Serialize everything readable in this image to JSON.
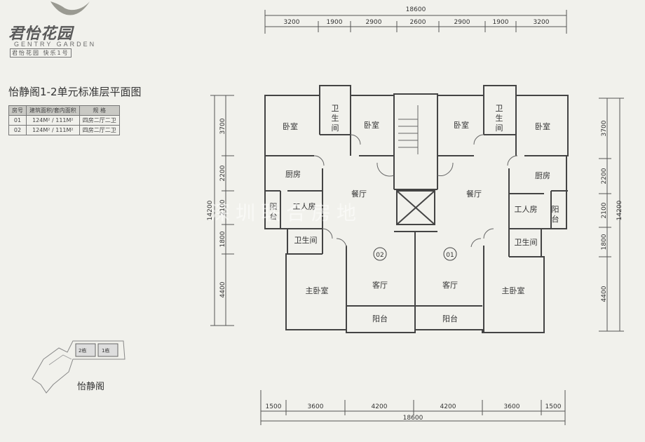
{
  "logo": {
    "name": "君怡花园",
    "english": "GENTRY GARDEN",
    "subtitle": "君怡花园 快乐1号"
  },
  "plan_title": "怡静阁1-2单元标准层平面图",
  "unit_table": {
    "headers": [
      "房号",
      "建筑面积/套内面积",
      "规  格"
    ],
    "rows": [
      [
        "01",
        "124M² / 111M²",
        "四房二厅二卫"
      ],
      [
        "02",
        "124M² / 111M²",
        "四房二厅二卫"
      ]
    ]
  },
  "key_plan": {
    "label": "怡静阁",
    "building_2": "2栋",
    "building_1": "1栋"
  },
  "watermark": "深圳联合房地",
  "dims": {
    "top_total": "18600",
    "top": [
      "3200",
      "1900",
      "2900",
      "2600",
      "2900",
      "1900",
      "3200"
    ],
    "bottom": [
      "1500",
      "3600",
      "4200",
      "4200",
      "3600",
      "1500"
    ],
    "bottom_total": "18600",
    "left": [
      "3700",
      "2200",
      "2100",
      "1800",
      "4400"
    ],
    "left_total": "14200",
    "right": [
      "3700",
      "2200",
      "2100",
      "1800",
      "4400"
    ],
    "right_total": "14200"
  },
  "rooms": {
    "bedroom": "卧室",
    "bath": "卫生间",
    "bath_v1": "卫",
    "bath_v2": "生",
    "bath_v3": "间",
    "kitchen": "厨房",
    "dining": "餐厅",
    "maid": "工人房",
    "balcony_v1": "阳",
    "balcony_v2": "台",
    "balcony": "阳台",
    "master": "主卧室",
    "living": "客厅",
    "unit_02": "02",
    "unit_01": "01"
  }
}
